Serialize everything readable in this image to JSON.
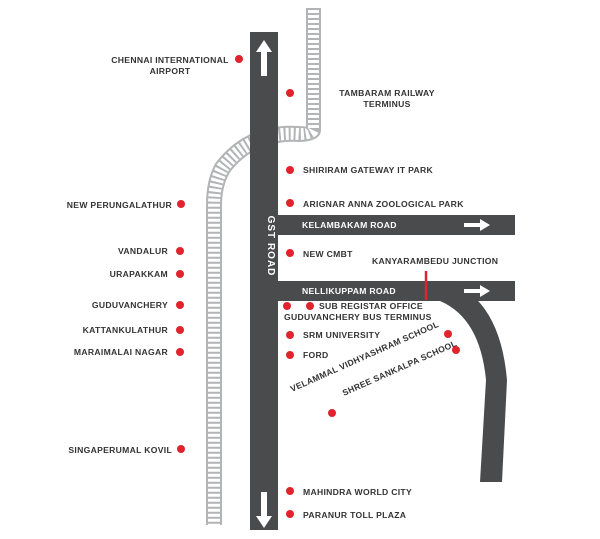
{
  "colors": {
    "road": "#4a4b4d",
    "rail": "#b3b4b6",
    "marker": "#e0232c",
    "text": "#333333"
  },
  "roads": {
    "gst": "GST ROAD",
    "kelambakam": "KELAMBAKAM ROAD",
    "nellikuppam": "NELLIKUPPAM ROAD"
  },
  "junction": "KANYARAMBEDU JUNCTION",
  "places_left": [
    {
      "name": "CHENNAI INTERNATIONAL\nAIRPORT"
    },
    {
      "name": "NEW PERUNGALATHUR"
    },
    {
      "name": "VANDALUR"
    },
    {
      "name": "URAPAKKAM"
    },
    {
      "name": "GUDUVANCHERY"
    },
    {
      "name": "KATTANKULATHUR"
    },
    {
      "name": "MARAIMALAI NAGAR"
    },
    {
      "name": "SINGAPERUMAL KOVIL"
    }
  ],
  "places_right": [
    {
      "name": "TAMBARAM RAILWAY\nTERMINUS"
    },
    {
      "name": "SHIRIRAM GATEWAY IT PARK"
    },
    {
      "name": "ARIGNAR ANNA ZOOLOGICAL PARK"
    },
    {
      "name": "NEW CMBT"
    },
    {
      "name": "SUB REGISTAR OFFICE"
    },
    {
      "name": "GUDUVANCHERY BUS TERMINUS"
    },
    {
      "name": "SRM UNIVERSITY"
    },
    {
      "name": "FORD"
    },
    {
      "name": "MAHINDRA WORLD CITY"
    },
    {
      "name": "PARANUR TOLL PLAZA"
    }
  ],
  "schools": {
    "velammal": "VELAMMAL VIDHYASHRAM SCHOOL",
    "shree": "SHREE SANKALPA SCHOOL"
  }
}
